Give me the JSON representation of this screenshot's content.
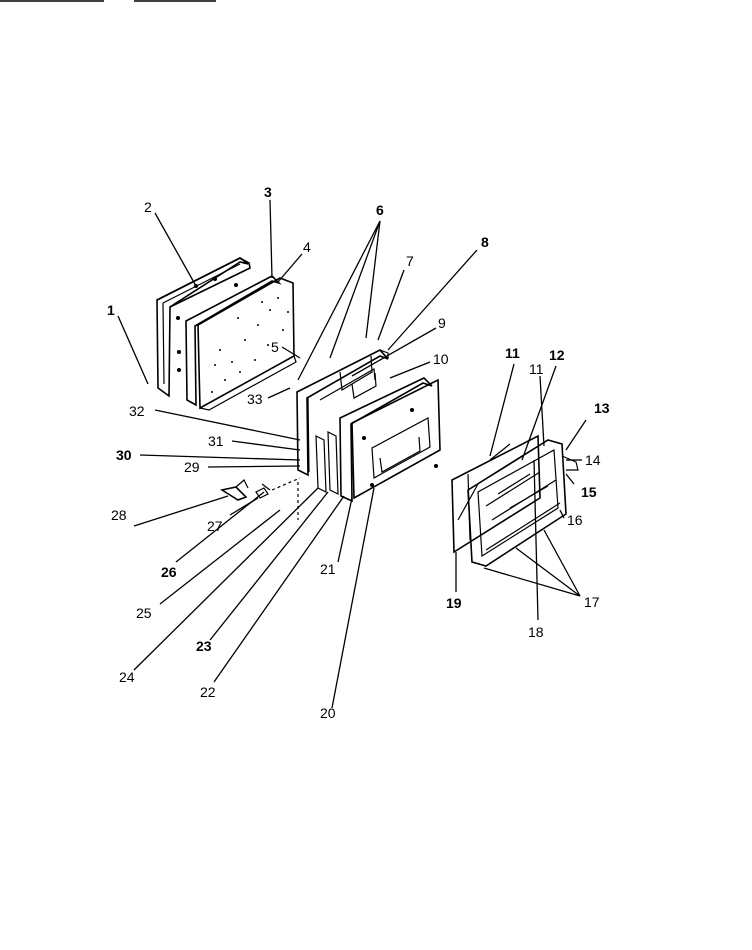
{
  "diagram": {
    "callouts": [
      {
        "id": "1",
        "text": "1",
        "bold": true
      },
      {
        "id": "2",
        "text": "2",
        "bold": false
      },
      {
        "id": "3",
        "text": "3",
        "bold": true
      },
      {
        "id": "4",
        "text": "4",
        "bold": false
      },
      {
        "id": "5",
        "text": "5",
        "bold": false
      },
      {
        "id": "6",
        "text": "6",
        "bold": true
      },
      {
        "id": "7",
        "text": "7",
        "bold": false
      },
      {
        "id": "8",
        "text": "8",
        "bold": true
      },
      {
        "id": "9",
        "text": "9",
        "bold": false
      },
      {
        "id": "10",
        "text": "10",
        "bold": false
      },
      {
        "id": "11a",
        "text": "11",
        "bold": true
      },
      {
        "id": "11b",
        "text": "11",
        "bold": false
      },
      {
        "id": "12",
        "text": "12",
        "bold": true
      },
      {
        "id": "13",
        "text": "13",
        "bold": true
      },
      {
        "id": "14",
        "text": "14",
        "bold": false
      },
      {
        "id": "15",
        "text": "15",
        "bold": true
      },
      {
        "id": "16",
        "text": "16",
        "bold": false
      },
      {
        "id": "17",
        "text": "17",
        "bold": false
      },
      {
        "id": "18",
        "text": "18",
        "bold": false
      },
      {
        "id": "19",
        "text": "19",
        "bold": true
      },
      {
        "id": "20",
        "text": "20",
        "bold": false
      },
      {
        "id": "21",
        "text": "21",
        "bold": false
      },
      {
        "id": "22",
        "text": "22",
        "bold": false
      },
      {
        "id": "23",
        "text": "23",
        "bold": true
      },
      {
        "id": "24",
        "text": "24",
        "bold": false
      },
      {
        "id": "25",
        "text": "25",
        "bold": false
      },
      {
        "id": "26",
        "text": "26",
        "bold": true
      },
      {
        "id": "27",
        "text": "27",
        "bold": false
      },
      {
        "id": "28",
        "text": "28",
        "bold": false
      },
      {
        "id": "29",
        "text": "29",
        "bold": false
      },
      {
        "id": "30",
        "text": "30",
        "bold": true
      },
      {
        "id": "31",
        "text": "31",
        "bold": false
      },
      {
        "id": "32",
        "text": "32",
        "bold": false
      },
      {
        "id": "33",
        "text": "33",
        "bold": false
      }
    ]
  }
}
